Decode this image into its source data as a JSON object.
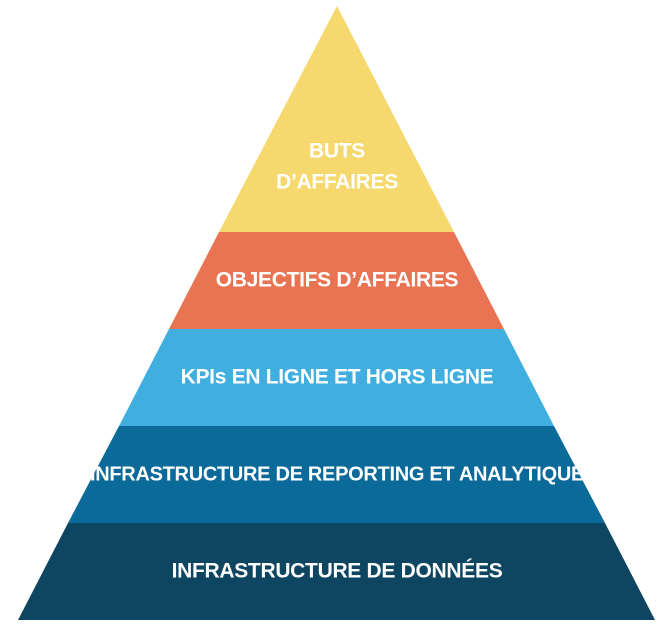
{
  "diagram": {
    "type": "pyramid",
    "tiers": [
      {
        "lines": [
          "BUTS",
          "D’AFFAIRES"
        ],
        "color": "#F6D96E"
      },
      {
        "lines": [
          "OBJECTIFS D’AFFAIRES"
        ],
        "color": "#E97453"
      },
      {
        "lines": [
          "KPIs EN LIGNE ET HORS LIGNE"
        ],
        "color": "#41AEE0"
      },
      {
        "lines": [
          "INFRASTRUCTURE DE REPORTING ET ANALYTIQUE"
        ],
        "color": "#0B6A9A"
      },
      {
        "lines": [
          "INFRASTRUCTURE DE DONNÉES"
        ],
        "color": "#0E4560"
      }
    ]
  }
}
